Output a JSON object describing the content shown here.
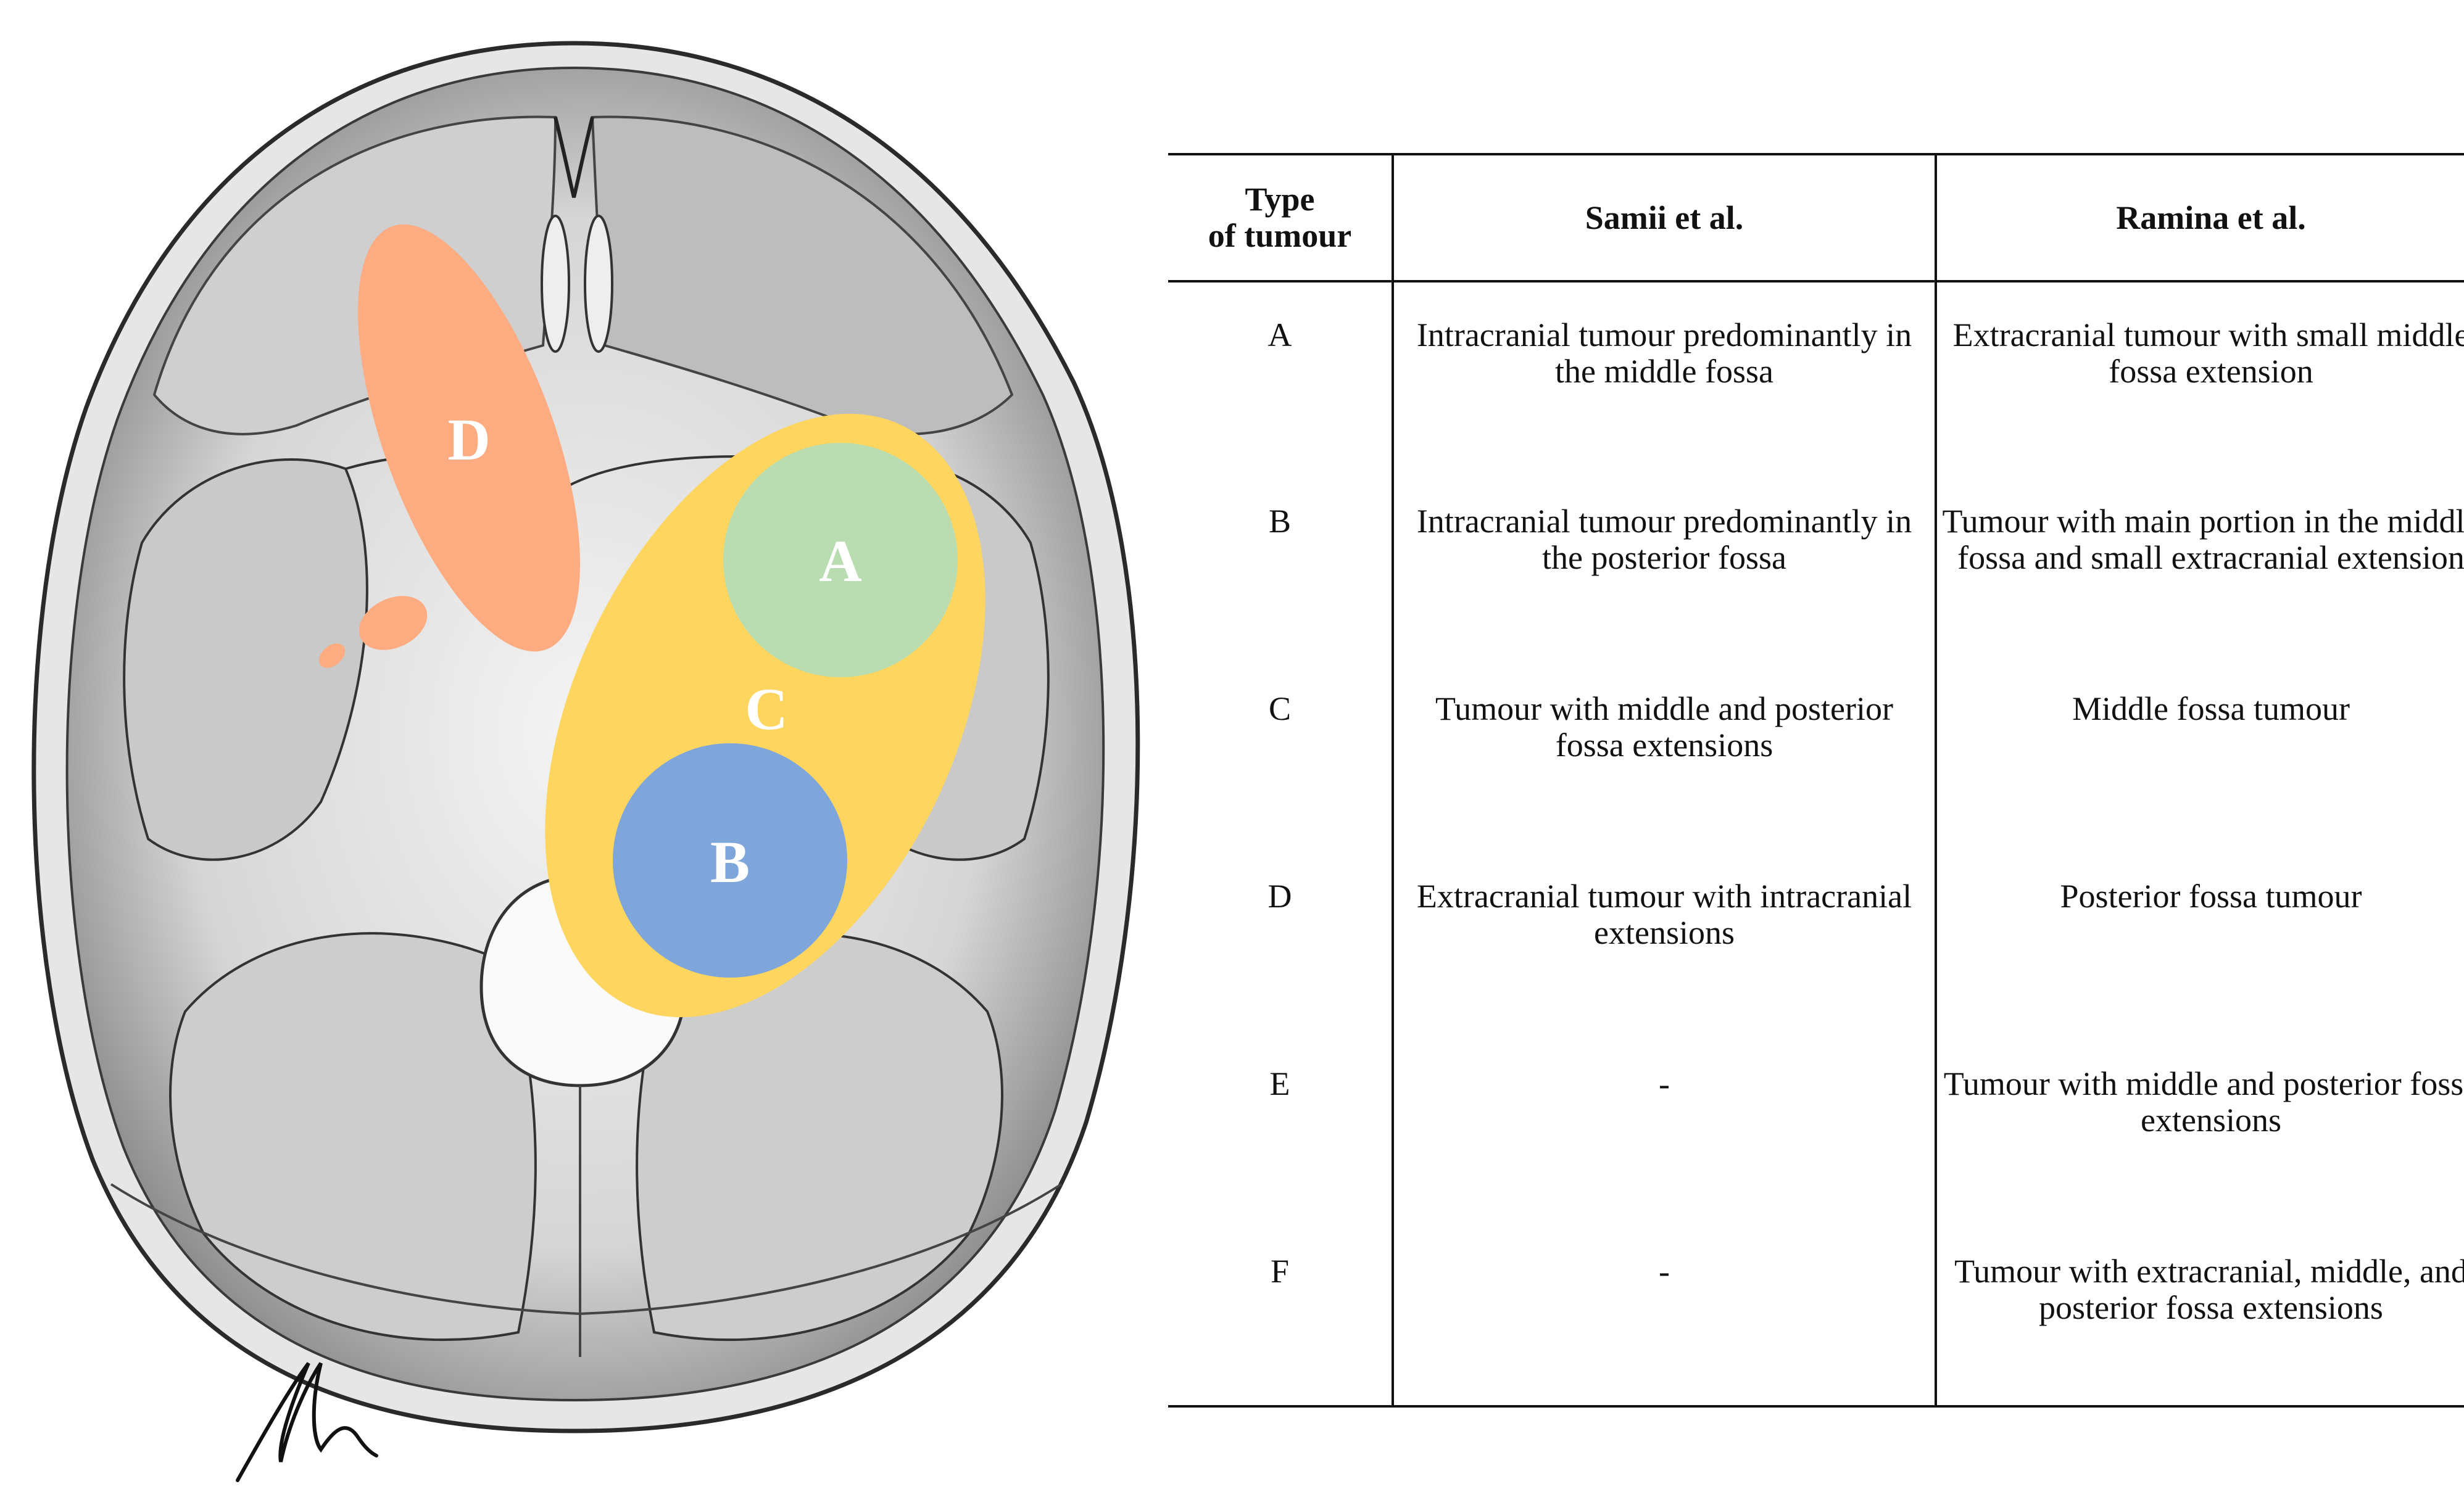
{
  "diagram": {
    "region_labels": {
      "a": "A",
      "b": "B",
      "c": "C",
      "d": "D"
    },
    "colors": {
      "region_a": "#b9ddb1",
      "region_b": "#7fa6db",
      "region_c": "#fdd55f",
      "region_d": "#fcac80",
      "skull_line": "#2a2a2a",
      "skull_shade": "#9a9a9a"
    }
  },
  "table": {
    "headers": {
      "type_line1": "Type",
      "type_line2": "of tumour",
      "samii": "Samii et al.",
      "ramina": "Ramina et al."
    },
    "rows": [
      {
        "type": "A",
        "samii": "Intracranial tumour predominantly in the middle fossa",
        "ramina": "Extracranial tumour with small middle fossa extension"
      },
      {
        "type": "B",
        "samii": "Intracranial tumour predominantly in the posterior fossa",
        "ramina": "Tumour with main portion in the middle fossa and small extracranial extension"
      },
      {
        "type": "C",
        "samii": "Tumour with middle and posterior fossa extensions",
        "ramina": "Middle fossa tumour"
      },
      {
        "type": "D",
        "samii": "Extracranial tumour with intracranial extensions",
        "ramina": "Posterior fossa tumour"
      },
      {
        "type": "E",
        "samii": "-",
        "ramina": "Tumour with middle and posterior fossa extensions"
      },
      {
        "type": "F",
        "samii": "-",
        "ramina": "Tumour with extracranial, middle, and posterior fossa extensions"
      }
    ]
  }
}
